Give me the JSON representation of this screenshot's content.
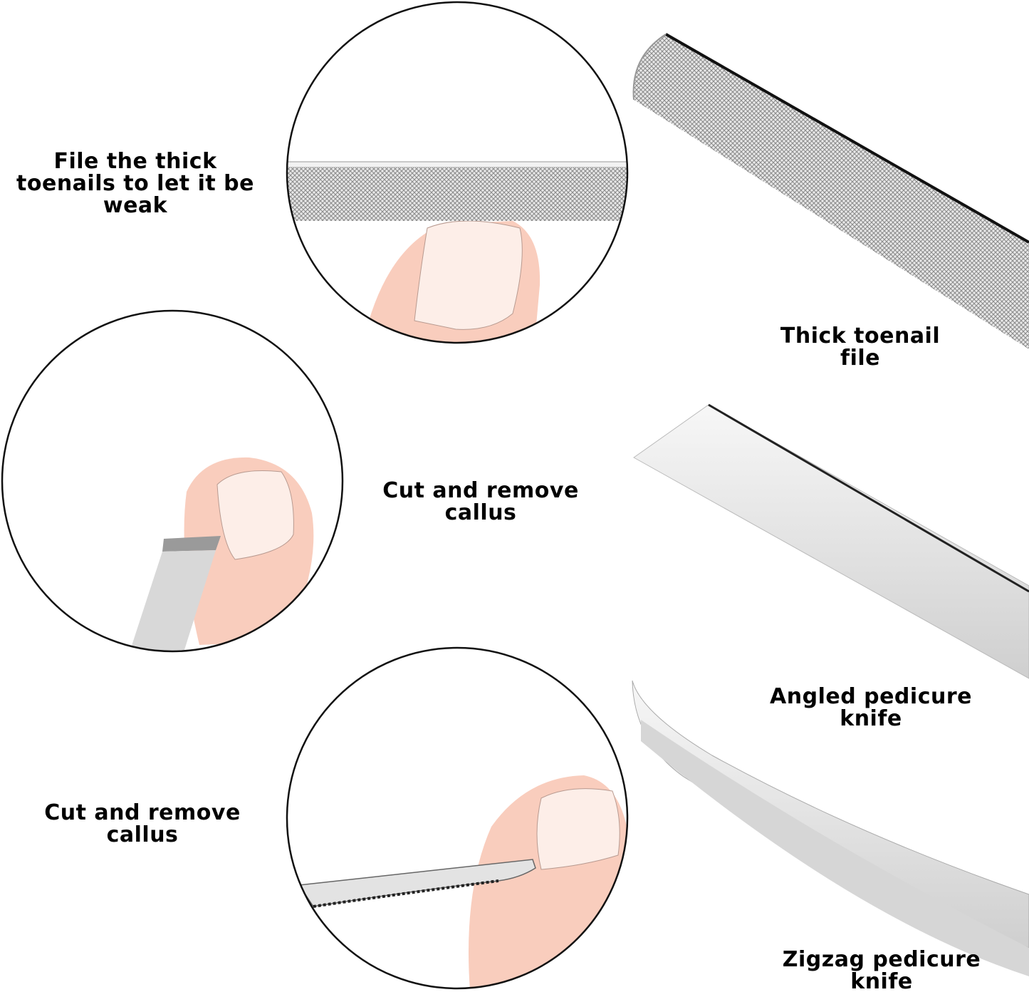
{
  "steps": [
    {
      "lines": [
        "File the thick",
        "toenails to let it be",
        "weak"
      ]
    },
    {
      "lines": [
        "Cut and remove",
        "callus"
      ]
    },
    {
      "lines": [
        "Cut and remove",
        "callus"
      ]
    }
  ],
  "tools": [
    {
      "lines": [
        "Thick toenail",
        "file"
      ]
    },
    {
      "lines": [
        "Angled pedicure",
        "knife"
      ]
    },
    {
      "lines": [
        "Zigzag pedicure",
        "knife"
      ]
    }
  ],
  "colors": {
    "skin": "#f9cdbd",
    "nail": "#fdeee8",
    "metal": "#d9d9d9",
    "outline": "#111111"
  }
}
